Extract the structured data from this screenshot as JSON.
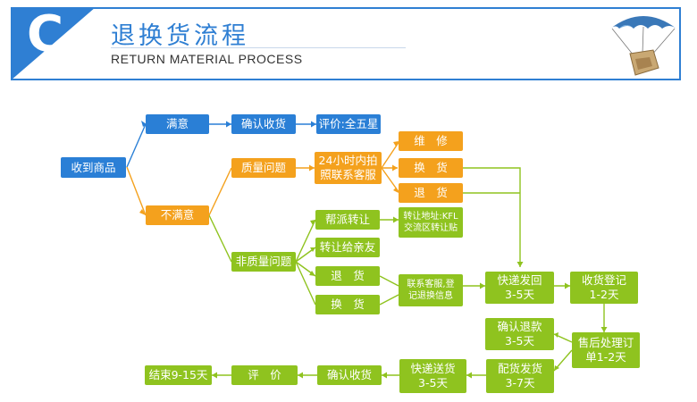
{
  "header": {
    "icon_letter": "C",
    "title": "退换货流程",
    "subtitle": "RETURN MATERIAL PROCESS"
  },
  "colors": {
    "blue": "#2a7fd6",
    "orange": "#f4a11d",
    "green": "#8fc31f",
    "header": "#2f7fd3"
  },
  "nodes": {
    "receive": "收到商品",
    "satisfied": "满意",
    "confirm_receipt_top": "确认收货",
    "rate_five_star": "评价:全五星",
    "unsatisfied": "不满意",
    "quality_issue": "质量问题",
    "photo_contact": "24小时内拍\n照联系客服",
    "repair": "维　修",
    "exchange_q": "换　货",
    "return_q": "退　货",
    "non_quality_issue": "非质量问题",
    "transfer_group": "帮派转让",
    "transfer_address": "转让地址:KFL\n交流区转让贴",
    "transfer_friend": "转让给亲友",
    "return_nq": "退　货",
    "exchange_nq": "换　货",
    "contact_register": "联系客服,登\n记退换信息",
    "express_back": "快递发回\n3-5天",
    "receive_register": "收货登记\n1-2天",
    "confirm_refund": "确认退款\n3-5天",
    "aftersale": "售后处理订\n单1-2天",
    "ship_goods": "配货发货\n3-7天",
    "express_send": "快递送货\n3-5天",
    "confirm_receipt_bottom": "确认收货",
    "review": "评　价",
    "finish": "结束9-15天"
  }
}
